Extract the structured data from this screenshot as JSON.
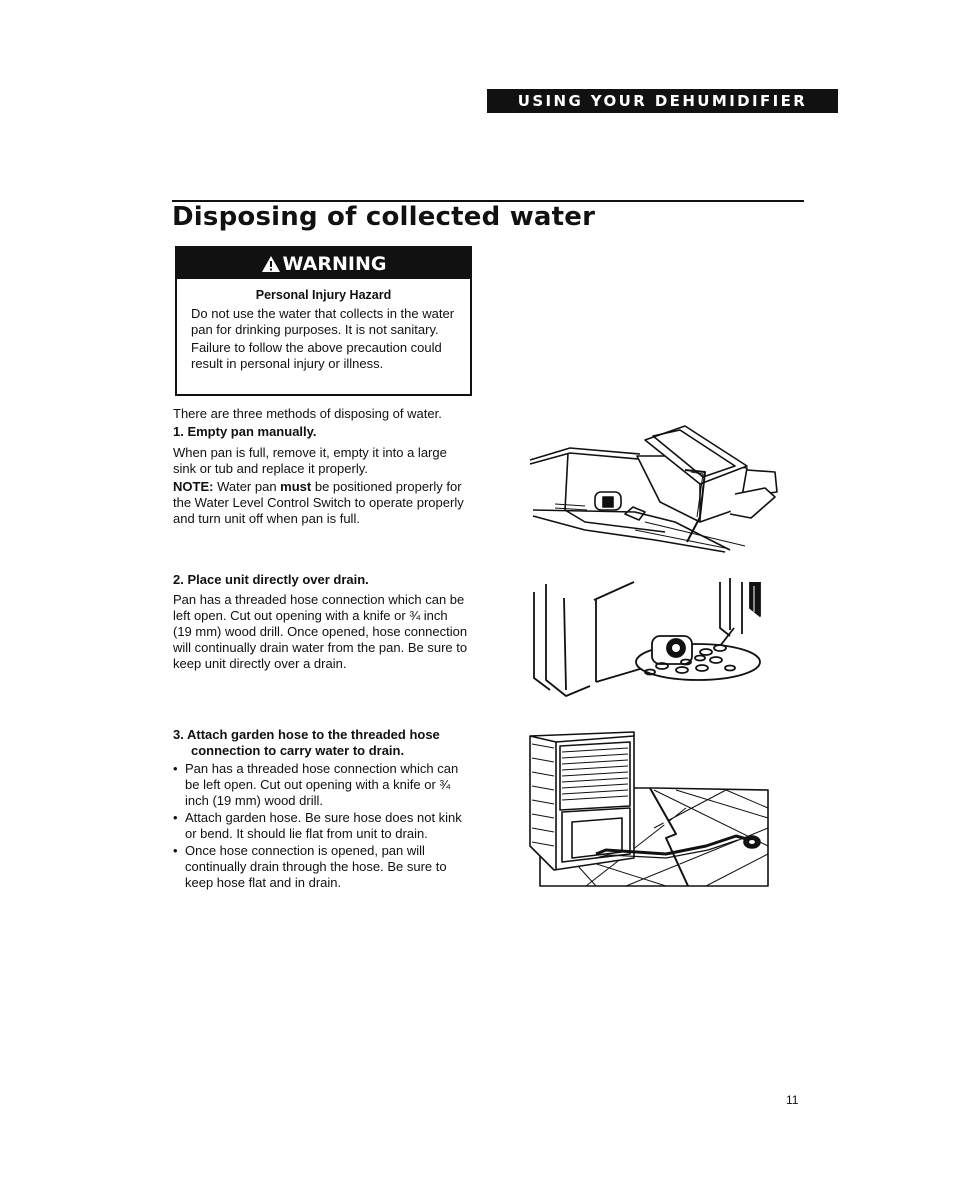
{
  "header": {
    "section_label": "USING YOUR DEHUMIDIFIER"
  },
  "title": "Disposing of collected water",
  "warning": {
    "heading": "WARNING",
    "subheading": "Personal Injury Hazard",
    "lines": [
      "Do not use the water that collects in the water pan for drinking purposes. It is not sanitary.",
      "Failure to follow the above precaution could result in personal injury or illness."
    ]
  },
  "intro": "There are three methods of disposing of water.",
  "steps": [
    {
      "heading": "1. Empty pan manually.",
      "paragraph": "When pan is full, remove it, empty it into a large sink or tub and replace it properly.",
      "note_label": "NOTE:",
      "note_a": " Water pan ",
      "note_bold": "must",
      "note_b": " be positioned properly for the Water Level Control Switch to operate properly and turn unit off when pan is full."
    },
    {
      "heading": "2. Place unit directly over drain.",
      "paragraph": "Pan has a threaded hose connection which can be left open. Cut out opening with a knife or ¾ inch (19 mm) wood drill. Once opened, hose connection will continually drain water from the pan. Be sure to keep unit directly over a drain."
    },
    {
      "heading": "3. Attach garden hose to the threaded hose connection to carry water to drain.",
      "bullets": [
        "Pan has a threaded hose connection which can be left open. Cut out opening with a knife or ¾ inch (19 mm) wood drill.",
        "Attach garden hose. Be sure hose does not kink or bend. It should lie flat from unit to drain.",
        "Once hose connection is opened, pan will continually drain through the hose. Be sure to keep hose flat and in drain."
      ]
    }
  ],
  "page_number": "11"
}
